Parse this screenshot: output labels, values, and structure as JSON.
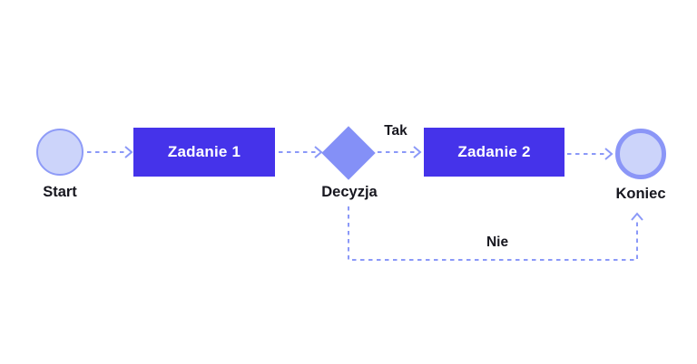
{
  "diagram": {
    "type": "flowchart",
    "direction": "left-to-right",
    "background": "#ffffff",
    "colors": {
      "task_fill": "#4533ea",
      "task_text": "#ffffff",
      "diamond_fill": "#8490f7",
      "circle_fill": "#ccd4fa",
      "start_circle_border": "#8e9bf7",
      "end_circle_border": "#8b96f7",
      "arrow": "#8b99f8",
      "label_text": "#17171f"
    },
    "nodes": [
      {
        "id": "start",
        "shape": "circle",
        "label": "Start"
      },
      {
        "id": "task1",
        "shape": "rect",
        "label": "Zadanie 1"
      },
      {
        "id": "decision",
        "shape": "diamond",
        "label": "Decyzja"
      },
      {
        "id": "task2",
        "shape": "rect",
        "label": "Zadanie 2"
      },
      {
        "id": "end",
        "shape": "circle",
        "label": "Koniec"
      }
    ],
    "edges": [
      {
        "from": "start",
        "to": "task1",
        "label": "",
        "style": "dashed"
      },
      {
        "from": "task1",
        "to": "decision",
        "label": "",
        "style": "dashed"
      },
      {
        "from": "decision",
        "to": "task2",
        "label": "Tak",
        "style": "dashed"
      },
      {
        "from": "task2",
        "to": "end",
        "label": "",
        "style": "dashed"
      },
      {
        "from": "decision",
        "to": "end",
        "label": "Nie",
        "style": "dashed",
        "route": "bottom-loop"
      }
    ]
  }
}
